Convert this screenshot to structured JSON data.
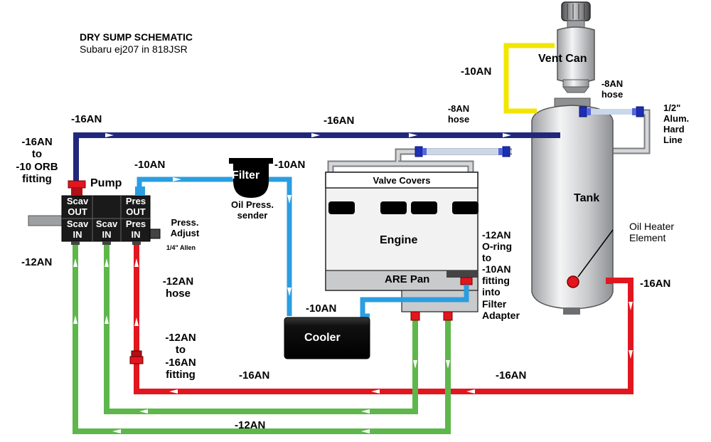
{
  "title": "DRY SUMP SCHEMATIC",
  "subtitle": "Subaru ej207 in 818JSR",
  "components": {
    "vent_can": "Vent Can",
    "tank": "Tank",
    "oil_heater": [
      "Oil Heater",
      "Element"
    ],
    "pump": "Pump",
    "filter": "Filter",
    "oil_press_sender": [
      "Oil Press.",
      "sender"
    ],
    "valve_covers": "Valve Covers",
    "engine": "Engine",
    "are_pan": "ARE Pan",
    "cooler": "Cooler",
    "press_adjust": [
      "Press.",
      "Adjust"
    ],
    "press_adjust_note": "1/4\" Allen",
    "pump_ports": {
      "scav_out": [
        "Scav",
        "OUT"
      ],
      "scav_in_1": [
        "Scav",
        "IN"
      ],
      "scav_in_2": [
        "Scav",
        "IN"
      ],
      "pres_out": [
        "Pres",
        "OUT"
      ],
      "pres_in": [
        "Pres",
        "IN"
      ]
    }
  },
  "line_labels": {
    "vent_line": "-10AN",
    "tank_hose": [
      "-8AN",
      "hose"
    ],
    "hard_line": [
      "1/2\"",
      "Alum.",
      "Hard",
      "Line"
    ],
    "valve_hose": [
      "-8AN",
      "hose"
    ],
    "top_16an_left": "-16AN",
    "top_16an_mid": "-16AN",
    "fitting_left": [
      "-16AN",
      "to",
      "-10 ORB",
      "fitting"
    ],
    "pump_to_filter": "-10AN",
    "filter_to_cooler": "-10AN",
    "cooler_to_pan": "-10AN",
    "left_12an": "-12AN",
    "hose_12an": [
      "-12AN",
      "hose"
    ],
    "fitting_12_16": [
      "-12AN",
      "to",
      "-16AN",
      "fitting"
    ],
    "red_16an_bottom": "-16AN",
    "red_16an_right": "-16AN",
    "tank_out_16an": "-16AN",
    "bottom_12an": "-12AN",
    "pan_fitting": [
      "-12AN",
      "O-ring",
      "to",
      "-10AN",
      "fitting",
      "into",
      "Filter",
      "Adapter"
    ]
  },
  "colors": {
    "scavenge_line": "#21287c",
    "vent_line": "#f2e600",
    "pressure_feed": "#2a9ee0",
    "return_line": "#e1161e",
    "suction_lines": "#5db74a",
    "hard_line": "#a7a9ac",
    "tank": "#c9cacc",
    "engine": "#f2f2f2",
    "cooler": "#111111"
  }
}
